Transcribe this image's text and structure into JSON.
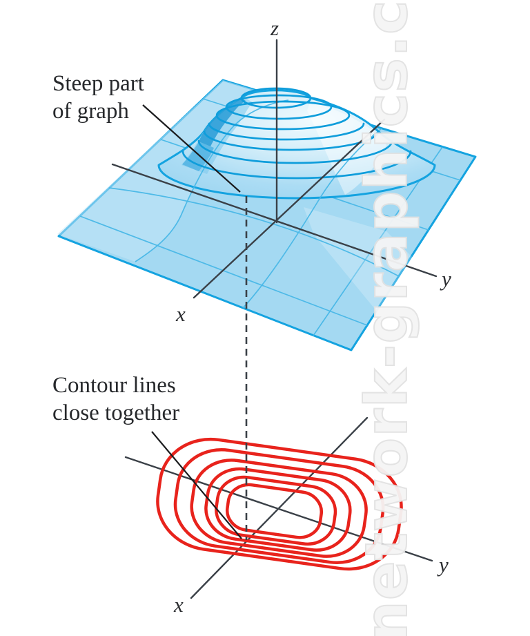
{
  "watermark": {
    "text": "network-graphics.com",
    "color": "#e2e2e2"
  },
  "surface_figure": {
    "annotation": {
      "line1": "Steep part",
      "line2": "of graph"
    },
    "axes": {
      "x": "x",
      "y": "y",
      "z": "z"
    },
    "surface_color": "#a4d9f2",
    "surface_edge_color": "#14a3e0",
    "contour_line_color": "#0f9ddb",
    "contour_levels": 8,
    "steep_side": "left"
  },
  "contour_figure": {
    "annotation": {
      "line1": "Contour lines",
      "line2": "close together"
    },
    "axes": {
      "x": "x",
      "y": "y"
    },
    "contour_color": "#e8231c",
    "num_contours": 6,
    "close_side": "lower-left"
  },
  "connector": {
    "style": "dashed",
    "color": "#3a4047"
  },
  "text_color": "#26282b"
}
